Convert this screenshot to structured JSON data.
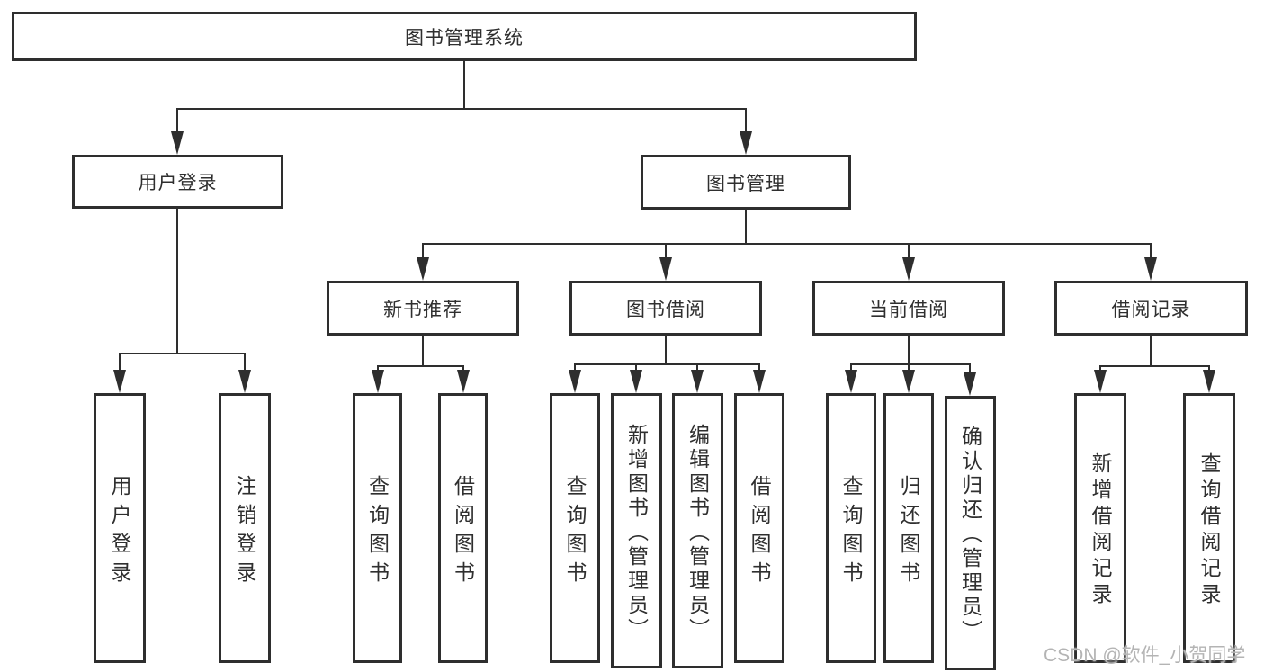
{
  "diagram": {
    "root": {
      "label": "图书管理系统"
    },
    "level1": [
      {
        "label": "用户登录"
      },
      {
        "label": "图书管理"
      }
    ],
    "level2": [
      {
        "label": "新书推荐"
      },
      {
        "label": "图书借阅"
      },
      {
        "label": "当前借阅"
      },
      {
        "label": "借阅记录"
      }
    ],
    "leaves": {
      "user_login_group": [
        {
          "label": "用户登录"
        },
        {
          "label": "注销登录"
        }
      ],
      "new_book_group": [
        {
          "label": "查询图书"
        },
        {
          "label": "借阅图书"
        }
      ],
      "book_borrow_group": [
        {
          "label": "查询图书"
        },
        {
          "label": "新增图书（管理员）"
        },
        {
          "label": "编辑图书（管理员）"
        },
        {
          "label": "借阅图书"
        }
      ],
      "current_borrow_group": [
        {
          "label": "查询图书"
        },
        {
          "label": "归还图书"
        },
        {
          "label": "确认归还（管理员）"
        }
      ],
      "borrow_record_group": [
        {
          "label": "新增借阅记录"
        },
        {
          "label": "查询借阅记录"
        }
      ]
    }
  },
  "watermark": "CSDN @软件_小贺同学",
  "colors": {
    "line": "#2e2e2e",
    "text": "#2f2f2f",
    "watermark": "#b4b4b4",
    "background": "#ffffff"
  }
}
